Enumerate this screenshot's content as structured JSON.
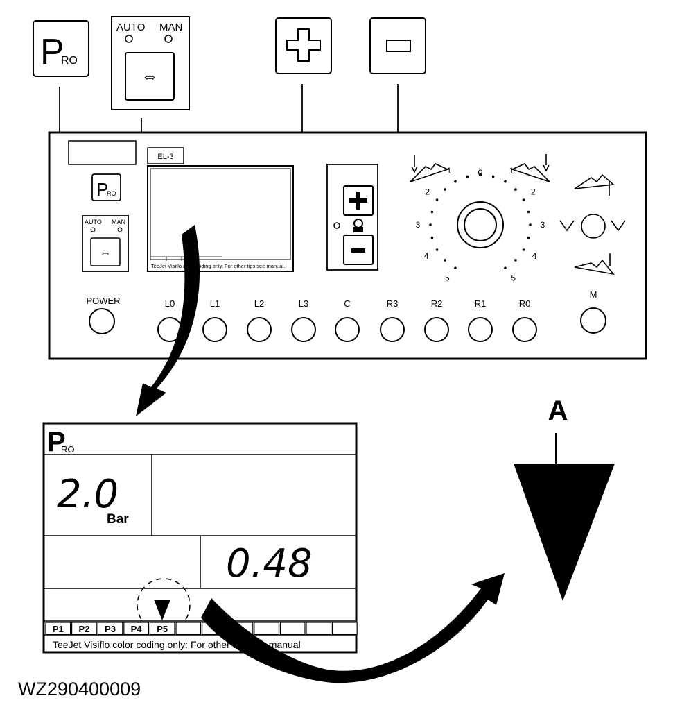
{
  "figure_id": "WZ290400009",
  "key_icons": {
    "pro_big": "P",
    "pro_sub": "RO",
    "auto": "AUTO",
    "man": "MAN",
    "arrows": "⇔"
  },
  "panel": {
    "model_tag": "EL-3",
    "screen_footer_small": "TeeJet Visiflo color coding only. For other tips see manual.",
    "power_label": "POWER",
    "m_label": "M",
    "section_buttons": [
      "L0",
      "L1",
      "L2",
      "L3",
      "C",
      "R3",
      "R2",
      "R1",
      "R0"
    ],
    "dial_marks_left": [
      "1",
      "2",
      "3",
      "4",
      "5"
    ],
    "dial_marks_right": [
      "1",
      "2",
      "3",
      "4",
      "5"
    ],
    "dial_top": "0"
  },
  "display": {
    "pressure_value": "2.0",
    "pressure_unit": "Bar",
    "rate_value": "0.48",
    "presets": [
      "P1",
      "P2",
      "P3",
      "P4",
      "P5"
    ],
    "footer": "TeeJet Visiflo color coding only: For other tips see manual"
  },
  "callout": {
    "letter": "A"
  },
  "icons": [
    "pro-icon",
    "auto-man-toggle-icon",
    "plus-icon",
    "minus-icon",
    "lock-icon",
    "boom-tilt-icon",
    "boom-fold-icon",
    "preset-arrow-icon",
    "pointer-triangle-icon",
    "curved-arrow-icon"
  ]
}
